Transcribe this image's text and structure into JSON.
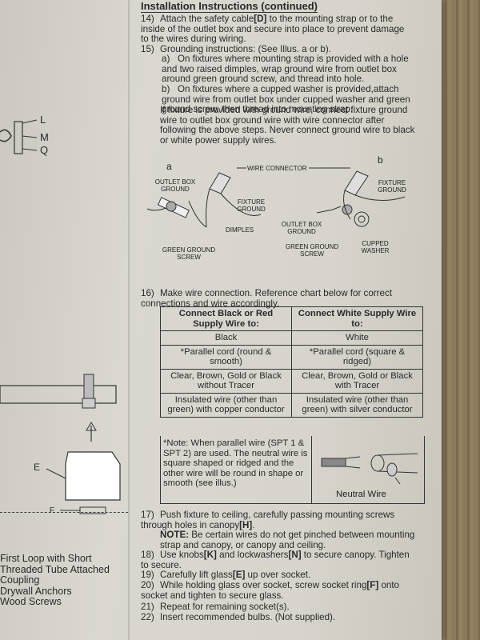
{
  "header": "Installation Instructions (continued)",
  "steps": {
    "s14": {
      "num": "14)",
      "text_a": "Attach the safety cable",
      "ref_d": "[D]",
      "text_b": " to the mounting strap or to the inside of the outlet box and secure into place to prevent damage to the wires during wiring."
    },
    "s15": {
      "num": "15)",
      "text": "Grounding instructions: (See Illus. a or b)."
    },
    "s15a": {
      "num": "a)",
      "text": "On fixtures where mounting strap is provided with a hole and two raised dimples, wrap ground wire from outlet box around green ground screw, and thread into hole."
    },
    "s15b": {
      "num": "b)",
      "text": "On fixtures where a cupped washer is provided,attach ground wire from outlet box under cupped washer and green ground screw, then thread into mounting strap."
    },
    "s15c": {
      "text": "If fixture is provided with ground wire, connect fixture ground wire to outlet box ground wire with wire connector after following the above steps. Never connect ground wire to black or white power supply wires."
    },
    "s16": {
      "num": "16)",
      "text": "Make wire connection. Reference chart below for correct connections and wire accordingly."
    },
    "s17": {
      "num": "17)",
      "text_a": "Push fixture to ceiling, carefully passing mounting screws through holes in canopy",
      "ref_h": "[H]",
      "text_b": ".",
      "note_label": "NOTE:",
      "note_text": " Be certain wires do not get pinched between mounting strap and canopy, or canopy and ceiling."
    },
    "s18": {
      "num": "18)",
      "text_a": "Use knobs",
      "ref_k": "[K]",
      "text_b": " and lockwashers",
      "ref_n": "[N]",
      "text_c": " to secure canopy. Tighten to secure."
    },
    "s19": {
      "num": "19)",
      "text_a": "Carefully lift glass",
      "ref_e": "[E]",
      "text_b": " up over socket."
    },
    "s20": {
      "num": "20)",
      "text_a": "While holding glass over socket, screw socket ring",
      "ref_f": "[F]",
      "text_b": " onto socket and tighten to secure glass."
    },
    "s21": {
      "num": "21)",
      "text": "Repeat for remaining socket(s)."
    },
    "s22": {
      "num": "22)",
      "text": "Insert recommended bulbs. (Not supplied)."
    }
  },
  "illus": {
    "a": "a",
    "b": "b",
    "wire_connector": "WIRE CONNECTOR",
    "outlet_box_ground": "OUTLET BOX GROUND",
    "fixture_ground": "FIXTURE GROUND",
    "dimples": "DIMPLES",
    "green_ground_screw": "GREEN GROUND SCREW",
    "cupped_washer": "CUPPED WASHER"
  },
  "table": {
    "headers": [
      "Connect Black or Red Supply Wire to:",
      "Connect White Supply Wire to:"
    ],
    "rows": [
      [
        "Black",
        "White"
      ],
      [
        "*Parallel cord (round & smooth)",
        "*Parallel cord (square & ridged)"
      ],
      [
        "Clear, Brown, Gold or Black without Tracer",
        "Clear, Brown, Gold or Black with Tracer"
      ],
      [
        "Insulated wire (other than green) with copper conductor",
        "Insulated wire (other than green) with silver conductor"
      ]
    ]
  },
  "note": {
    "text": "*Note: When parallel wire (SPT 1 & SPT 2) are used. The neutral wire is square shaped or ridged and the other wire will be round in shape or smooth (see illus.)",
    "neutral_wire": "Neutral Wire"
  },
  "left_page": {
    "letters": [
      "L",
      "M",
      "Q"
    ],
    "e_label": "E",
    "f_label": "F",
    "list": [
      "First Loop with Short",
      "Threaded Tube Attached",
      "Coupling",
      "Drywall Anchors",
      "Wood Screws"
    ]
  }
}
